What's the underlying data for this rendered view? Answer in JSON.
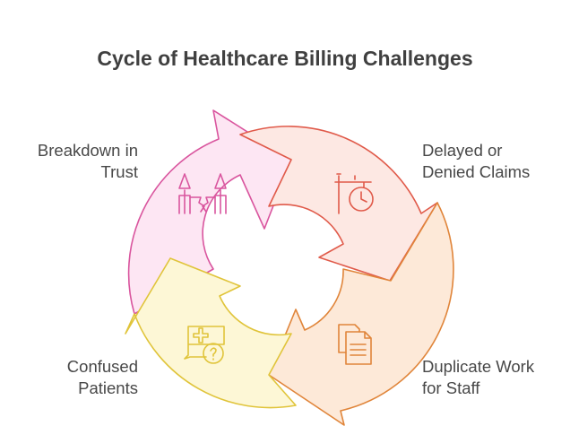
{
  "title": "Cycle of Healthcare Billing Challenges",
  "stages": [
    {
      "line1": "Delayed or",
      "line2": "Denied Claims",
      "icon": "signpost-clock-icon",
      "fill": "#fde8e3",
      "stroke": "#e05a4a"
    },
    {
      "line1": "Duplicate Work",
      "line2": "for Staff",
      "icon": "documents-icon",
      "fill": "#fde9d8",
      "stroke": "#e0853a"
    },
    {
      "line1": "Confused",
      "line2": "Patients",
      "icon": "question-chat-icon",
      "fill": "#fdf7d6",
      "stroke": "#e0c43a"
    },
    {
      "line1": "Breakdown in",
      "line2": "Trust",
      "icon": "broken-bridge-icon",
      "fill": "#fde6f3",
      "stroke": "#d9559e"
    }
  ]
}
